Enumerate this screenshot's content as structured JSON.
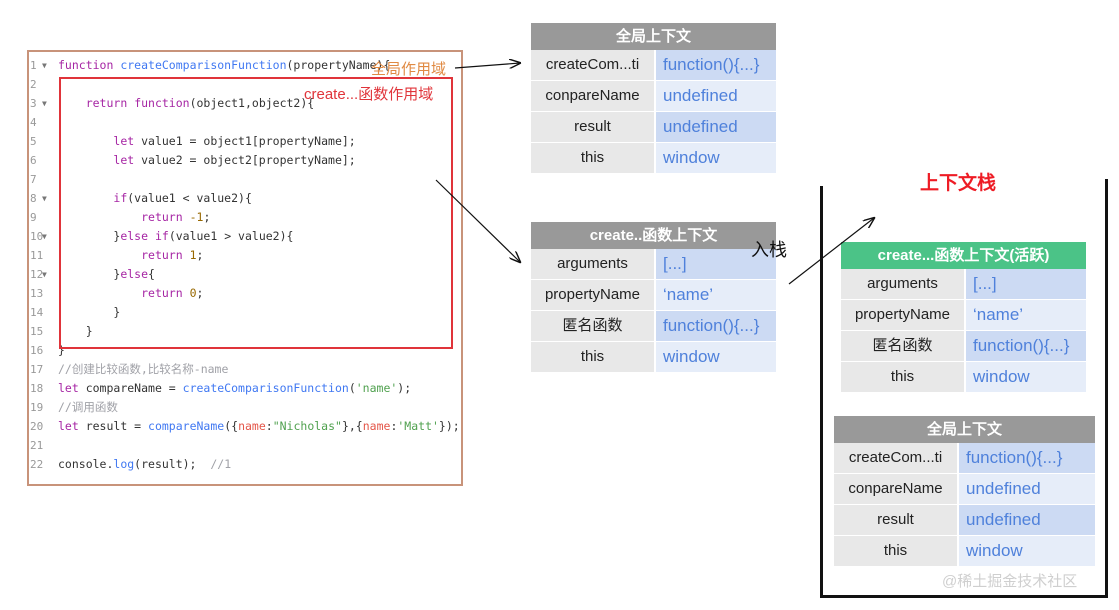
{
  "code": {
    "lines": [
      {
        "n": "1",
        "fold": true,
        "html": "<span class=\"kw\">function</span> <span class=\"fn\">createComparisonFunction</span>(propertyName){"
      },
      {
        "n": "2",
        "fold": false,
        "html": ""
      },
      {
        "n": "3",
        "fold": true,
        "html": "    <span class=\"kw\">return</span> <span class=\"kw\">function</span>(object1,object2){"
      },
      {
        "n": "4",
        "fold": false,
        "html": ""
      },
      {
        "n": "5",
        "fold": false,
        "html": "        <span class=\"kw\">let</span> value1 = object1[propertyName];"
      },
      {
        "n": "6",
        "fold": false,
        "html": "        <span class=\"kw\">let</span> value2 = object2[propertyName];"
      },
      {
        "n": "7",
        "fold": false,
        "html": ""
      },
      {
        "n": "8",
        "fold": true,
        "html": "        <span class=\"kw\">if</span>(value1 &lt; value2){"
      },
      {
        "n": "9",
        "fold": false,
        "html": "            <span class=\"kw\">return</span> <span class=\"num\">-1</span>;"
      },
      {
        "n": "10",
        "fold": true,
        "html": "        }<span class=\"kw\">else</span> <span class=\"kw\">if</span>(value1 &gt; value2){"
      },
      {
        "n": "11",
        "fold": false,
        "html": "            <span class=\"kw\">return</span> <span class=\"num\">1</span>;"
      },
      {
        "n": "12",
        "fold": true,
        "html": "        }<span class=\"kw\">else</span>{"
      },
      {
        "n": "13",
        "fold": false,
        "html": "            <span class=\"kw\">return</span> <span class=\"num\">0</span>;"
      },
      {
        "n": "14",
        "fold": false,
        "html": "        }"
      },
      {
        "n": "15",
        "fold": false,
        "html": "    }"
      },
      {
        "n": "16",
        "fold": false,
        "html": "}"
      },
      {
        "n": "17",
        "fold": false,
        "html": "<span class=\"cm\">//创建比较函数,比较名称-name</span>"
      },
      {
        "n": "18",
        "fold": false,
        "html": "<span class=\"kw\">let</span> compareName = <span class=\"fn\">createComparisonFunction</span>(<span class=\"str\">'name'</span>);"
      },
      {
        "n": "19",
        "fold": false,
        "html": "<span class=\"cm\">//调用函数</span>"
      },
      {
        "n": "20",
        "fold": false,
        "html": "<span class=\"kw\">let</span> result = <span class=\"fn\">compareName</span>({<span class=\"prop\">name</span>:<span class=\"str\">\"Nicholas\"</span>},{<span class=\"prop\">name</span>:<span class=\"str\">'Matt'</span>});"
      },
      {
        "n": "21",
        "fold": false,
        "html": ""
      },
      {
        "n": "22",
        "fold": false,
        "html": "console.<span class=\"fn\">log</span>(result);  <span class=\"cm\">//1</span>"
      }
    ],
    "global_scope_label": "全局作用域",
    "function_scope_label": "create...函数作用域"
  },
  "global_context": {
    "title": "全局上下文",
    "rows": [
      {
        "key": "createCom...ti",
        "value": "function(){...}"
      },
      {
        "key": "conpareName",
        "value": "undefined"
      },
      {
        "key": "result",
        "value": "undefined"
      },
      {
        "key": "this",
        "value": "window"
      }
    ]
  },
  "function_context": {
    "title": "create..函数上下文",
    "rows": [
      {
        "key": "arguments",
        "value": "[...]"
      },
      {
        "key": "propertyName",
        "value": "‘name’"
      },
      {
        "key": "匿名函数",
        "value": "function(){...}"
      },
      {
        "key": "this",
        "value": "window"
      }
    ]
  },
  "push_label": "入栈",
  "stack": {
    "title": "上下文栈",
    "active_context": {
      "title": "create...函数上下文(活跃)",
      "rows": [
        {
          "key": "arguments",
          "value": "[...]"
        },
        {
          "key": "propertyName",
          "value": "‘name’"
        },
        {
          "key": "匿名函数",
          "value": "function(){...}"
        },
        {
          "key": "this",
          "value": "window"
        }
      ]
    },
    "global_context": {
      "title": "全局上下文",
      "rows": [
        {
          "key": "createCom...ti",
          "value": "function(){...}"
        },
        {
          "key": "conpareName",
          "value": "undefined"
        },
        {
          "key": "result",
          "value": "undefined"
        },
        {
          "key": "this",
          "value": "window"
        }
      ]
    }
  },
  "watermark": "@稀土掘金技术社区",
  "colors": {
    "code_border": "#c8937a",
    "scope_box": "#e0343a",
    "global_scope_label": "#e08a43",
    "header_gray": "#999999",
    "header_active": "#4bc387",
    "value_text": "#4f81db",
    "stack_title": "#ee1c25"
  }
}
